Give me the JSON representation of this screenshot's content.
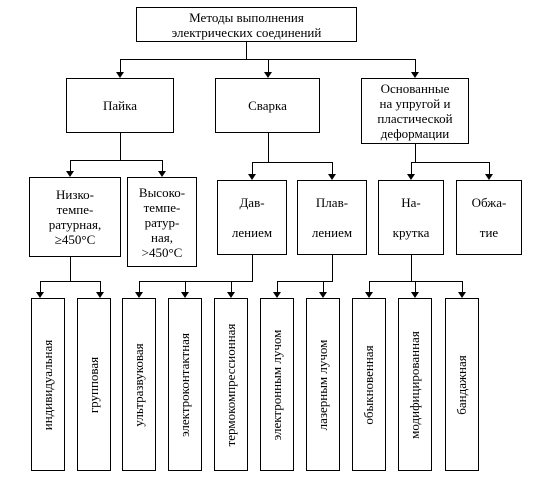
{
  "root": "Методы выполнения\nэлектрических соединений",
  "level1": {
    "soldering": "Пайка",
    "welding": "Сварка",
    "deformation": "Основанные\nна упругой и\nпластической\nдеформации"
  },
  "level2": {
    "low_temp": "Низко-\nтемпе-\nратурная,\n≥450°С",
    "high_temp": "Высоко-\nтемпе-\nратур-\nная,\n>450°С",
    "pressure": "Дав-\n\nлением",
    "melting": "Плав-\n\nлением",
    "wrapping": "На-\n\nкрутка",
    "crimping": "Обжа-\n\nтие"
  },
  "level3": {
    "individual": "индивидуальная",
    "group": "групповая",
    "ultrasonic": "ультразвуковая",
    "electrocontact": "электроконтактная",
    "thermocompression": "термокомпрессионная",
    "electron_beam": "электронным лучом",
    "laser_beam": "лазерным лучом",
    "ordinary": "обыкновенная",
    "modified": "модифицированная",
    "bandage": "бандажная"
  }
}
